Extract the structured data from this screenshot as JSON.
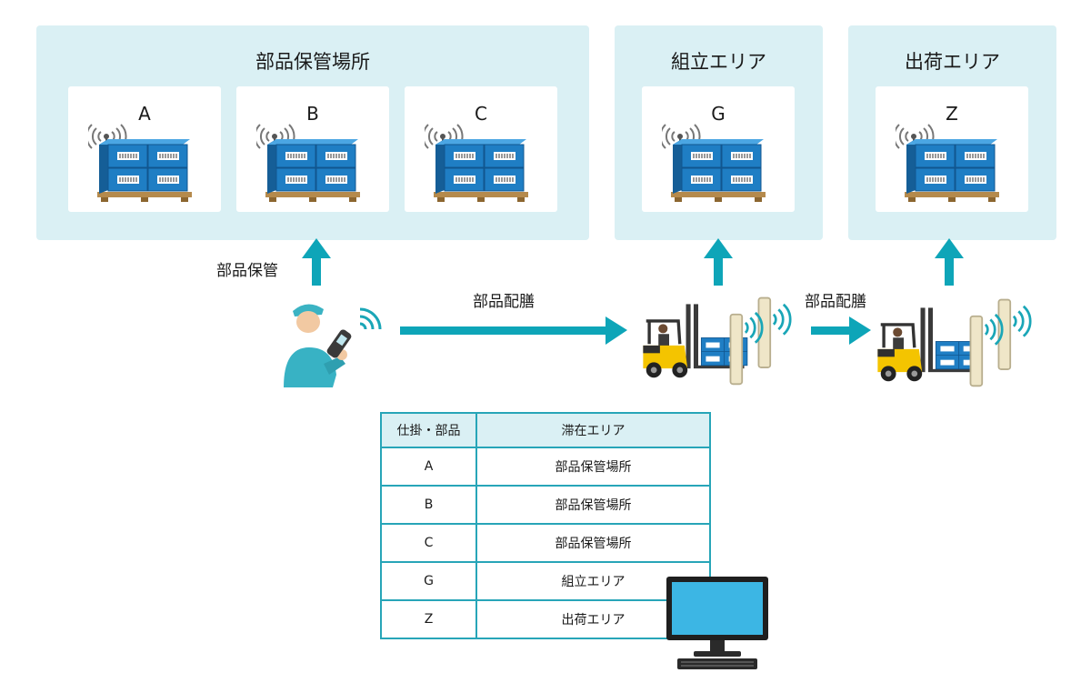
{
  "areas": {
    "storage": {
      "title": "部品保管場所",
      "items": [
        "A",
        "B",
        "C"
      ]
    },
    "assembly": {
      "title": "組立エリア",
      "items": [
        "G"
      ]
    },
    "shipping": {
      "title": "出荷エリア",
      "items": [
        "Z"
      ]
    }
  },
  "flows": {
    "store_label": "部品保管",
    "deliver_label_1": "部品配膳",
    "deliver_label_2": "部品配膳"
  },
  "table": {
    "headers": [
      "仕掛・部品",
      "滞在エリア"
    ],
    "rows": [
      [
        "A",
        "部品保管場所"
      ],
      [
        "B",
        "部品保管場所"
      ],
      [
        "C",
        "部品保管場所"
      ],
      [
        "G",
        "組立エリア"
      ],
      [
        "Z",
        "出荷エリア"
      ]
    ]
  },
  "colors": {
    "accent": "#0ea5b8",
    "area_bg": "#daf0f4",
    "box_blue": "#1e73b9",
    "forklift_yellow": "#f4c400"
  },
  "icons": {
    "worker": "worker-with-handheld-reader-icon",
    "forklift": "forklift-icon",
    "gate": "rfid-gate-icon",
    "monitor": "monitor-icon",
    "pallet": "rfid-tagged-pallet-icon"
  }
}
